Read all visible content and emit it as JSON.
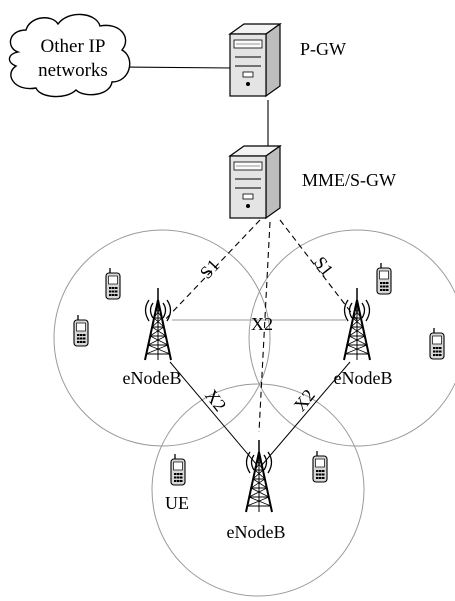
{
  "cloud": {
    "line1": "Other IP",
    "line2": "networks"
  },
  "nodes": {
    "pgw": "P-GW",
    "mme": "MME/S-GW",
    "enb_left": "eNodeB",
    "enb_right": "eNodeB",
    "enb_bottom": "eNodeB",
    "ue": "UE"
  },
  "links": {
    "s1_left": "S1",
    "s1_right": "S1",
    "x2_top": "X2",
    "x2_left": "X2",
    "x2_right": "X2"
  }
}
